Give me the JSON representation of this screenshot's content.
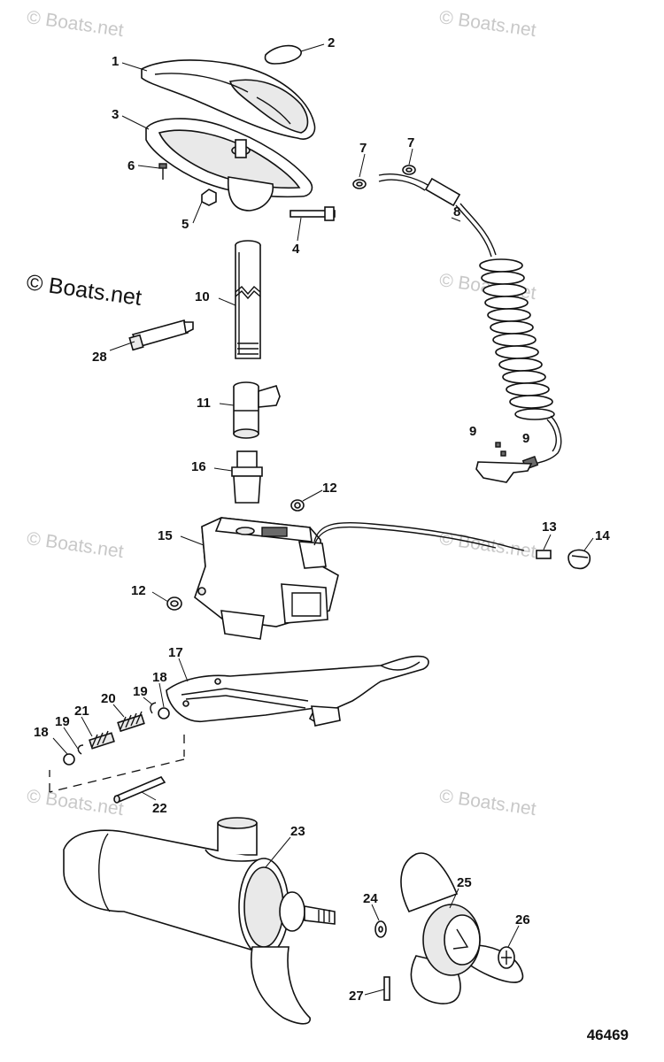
{
  "watermark": {
    "text": "© Boats.net",
    "main_text": "© Boats.net"
  },
  "diagram_id": "46469",
  "callouts": {
    "c1": "1",
    "c2": "2",
    "c3": "3",
    "c4": "4",
    "c5": "5",
    "c6": "6",
    "c7a": "7",
    "c7b": "7",
    "c8": "8",
    "c9a": "9",
    "c9b": "9",
    "c10": "10",
    "c11": "11",
    "c12a": "12",
    "c12b": "12",
    "c13": "13",
    "c14": "14",
    "c15": "15",
    "c16": "16",
    "c17": "17",
    "c18a": "18",
    "c18b": "18",
    "c19a": "19",
    "c19b": "19",
    "c20": "20",
    "c21": "21",
    "c22": "22",
    "c23": "23",
    "c24": "24",
    "c25": "25",
    "c26": "26",
    "c27": "27",
    "c28": "28"
  }
}
